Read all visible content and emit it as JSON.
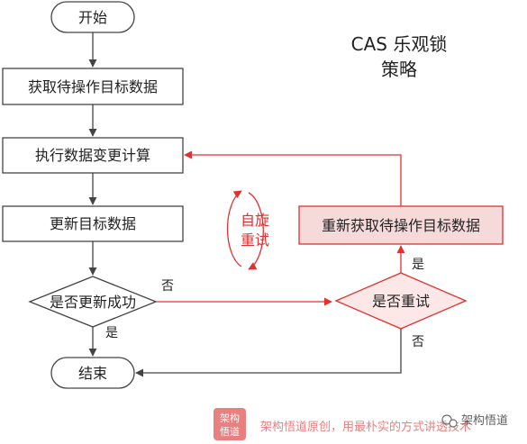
{
  "diagram": {
    "title_line1": "CAS 乐观锁",
    "title_line2": "策略",
    "nodes": {
      "start": "开始",
      "fetch": "获取待操作目标数据",
      "compute": "执行数据变更计算",
      "update": "更新目标数据",
      "check_success": "是否更新成功",
      "end": "结束",
      "check_retry": "是否重试",
      "refetch": "重新获取待操作目标数据"
    },
    "edge_labels": {
      "success_no": "否",
      "success_yes": "是",
      "retry_yes": "是",
      "retry_no": "否"
    },
    "spin_label_line1": "自旋",
    "spin_label_line2": "重试"
  },
  "watermark": {
    "logo_line1": "架构",
    "logo_line2": "悟道",
    "slogan": "架构悟道原创，用最朴实的方式讲透技术",
    "brand": "架构悟道"
  },
  "colors": {
    "line": "#444444",
    "accent_red": "#e23030",
    "refetch_fill": "#f6d9d9",
    "check_retry_fill": "#fde7e7",
    "watermark_red": "#e46a6a"
  }
}
